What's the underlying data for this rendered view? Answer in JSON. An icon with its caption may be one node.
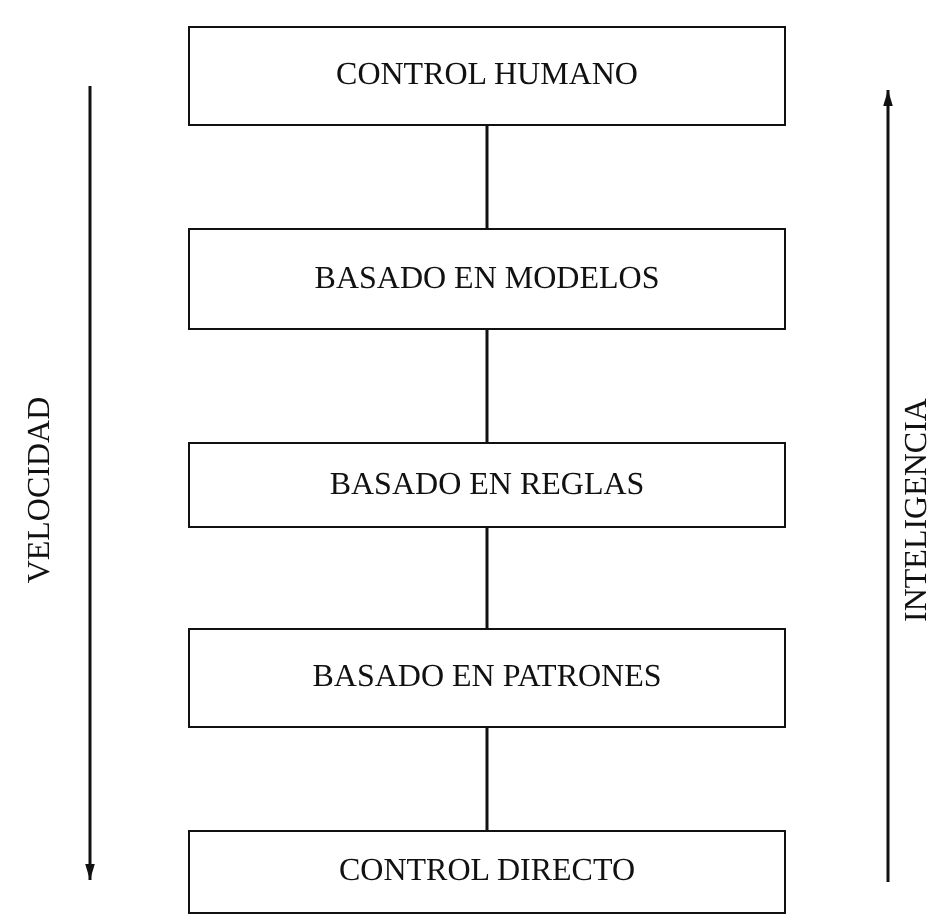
{
  "diagram": {
    "nodes": [
      {
        "text": [
          "CONTROL HUMANO"
        ]
      },
      {
        "text": [
          "BASADO EN MODELOS"
        ]
      },
      {
        "text": [
          "BASADO EN REGLAS"
        ]
      },
      {
        "text": [
          "BASADO EN PATRONES"
        ]
      },
      {
        "text": [
          "CONTROL DIRECTO"
        ]
      }
    ],
    "edges": [
      {
        "from": 0,
        "to": 1,
        "arrow": "none"
      },
      {
        "from": 1,
        "to": 2,
        "arrow": "none"
      },
      {
        "from": 2,
        "to": 3,
        "arrow": "none"
      },
      {
        "from": 3,
        "to": 4,
        "arrow": "none"
      }
    ],
    "labels": [
      "VELOCIDAD",
      "INTELIGENCIA"
    ]
  }
}
